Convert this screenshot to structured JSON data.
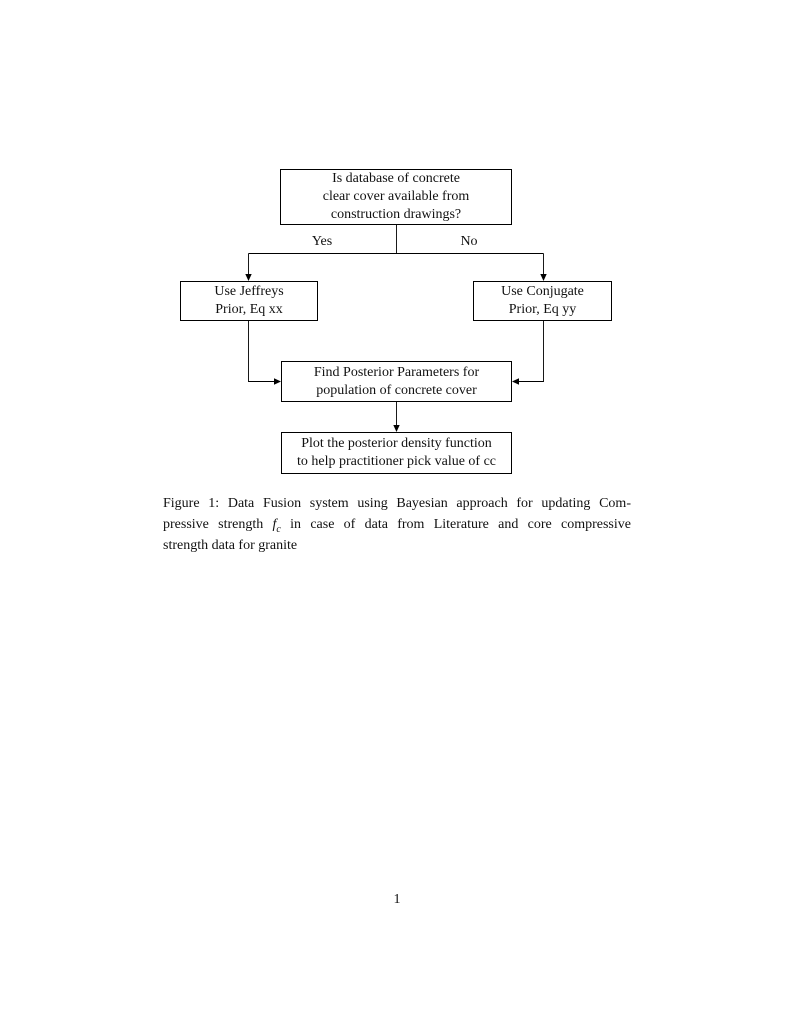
{
  "diagram": {
    "nodes": {
      "question": {
        "lines": [
          "Is database of concrete",
          "clear cover available from",
          "construction drawings?"
        ]
      },
      "jeffreys": {
        "lines": [
          "Use Jeffreys",
          "Prior, Eq xx"
        ]
      },
      "conjugate": {
        "lines": [
          "Use Conjugate",
          "Prior, Eq yy"
        ]
      },
      "posterior": {
        "lines": [
          "Find Posterior Parameters for",
          "population of concrete cover"
        ]
      },
      "plot": {
        "lines": [
          "Plot the posterior density function",
          "to help practitioner pick value of cc"
        ]
      }
    },
    "edge_labels": {
      "yes": "Yes",
      "no": "No"
    },
    "edges": [
      {
        "from": "question",
        "to": "jeffreys",
        "label": "Yes"
      },
      {
        "from": "question",
        "to": "conjugate",
        "label": "No"
      },
      {
        "from": "jeffreys",
        "to": "posterior",
        "label": ""
      },
      {
        "from": "conjugate",
        "to": "posterior",
        "label": ""
      },
      {
        "from": "posterior",
        "to": "plot",
        "label": ""
      }
    ],
    "colors": {
      "stroke": "#000000",
      "text": "#111111",
      "background": "#ffffff"
    }
  },
  "caption": {
    "line1": "Figure 1: Data Fusion system using Bayesian approach for updating Com-",
    "line2_pre": "pressive strength ",
    "line2_math_base": "f",
    "line2_math_sub": "c",
    "line2_post": " in case of data from Literature and core compressive",
    "line3": "strength data for granite"
  },
  "page": {
    "number": "1"
  }
}
